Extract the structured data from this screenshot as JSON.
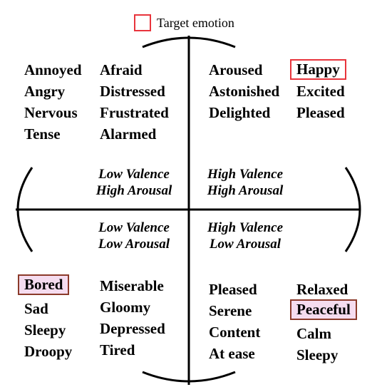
{
  "legend": {
    "label": "Target emotion",
    "box_color": "#e8343c"
  },
  "colors": {
    "happy_box": "#e8343c",
    "sad_box": "#8b3a2a",
    "highlight_bg": "#f5dcef"
  },
  "quadrants": {
    "top_left": {
      "valence": "Low Valence",
      "arousal": "High Arousal"
    },
    "top_right": {
      "valence": "High Valence",
      "arousal": "High Arousal"
    },
    "bottom_left": {
      "valence": "Low Valence",
      "arousal": "Low Arousal"
    },
    "bottom_right": {
      "valence": "High Valence",
      "arousal": "Low Arousal"
    }
  },
  "words": {
    "top_left_a": [
      "Annoyed",
      "Angry",
      "Nervous",
      "Tense"
    ],
    "top_left_b": [
      "Afraid",
      "Distressed",
      "Frustrated",
      "Alarmed"
    ],
    "top_right_a": [
      "Aroused",
      "Astonished",
      "Delighted"
    ],
    "top_right_b": [
      "Happy",
      "Excited",
      "Pleased"
    ],
    "bottom_left_a": [
      "Bored",
      "Sad",
      "Sleepy",
      "Droopy"
    ],
    "bottom_left_b": [
      "Miserable",
      "Gloomy",
      "Depressed",
      "Tired"
    ],
    "bottom_right_a": [
      "Pleased",
      "Serene",
      "Content",
      "At ease"
    ],
    "bottom_right_b": [
      "Relaxed",
      "Peaceful",
      "Calm",
      "Sleepy"
    ]
  }
}
